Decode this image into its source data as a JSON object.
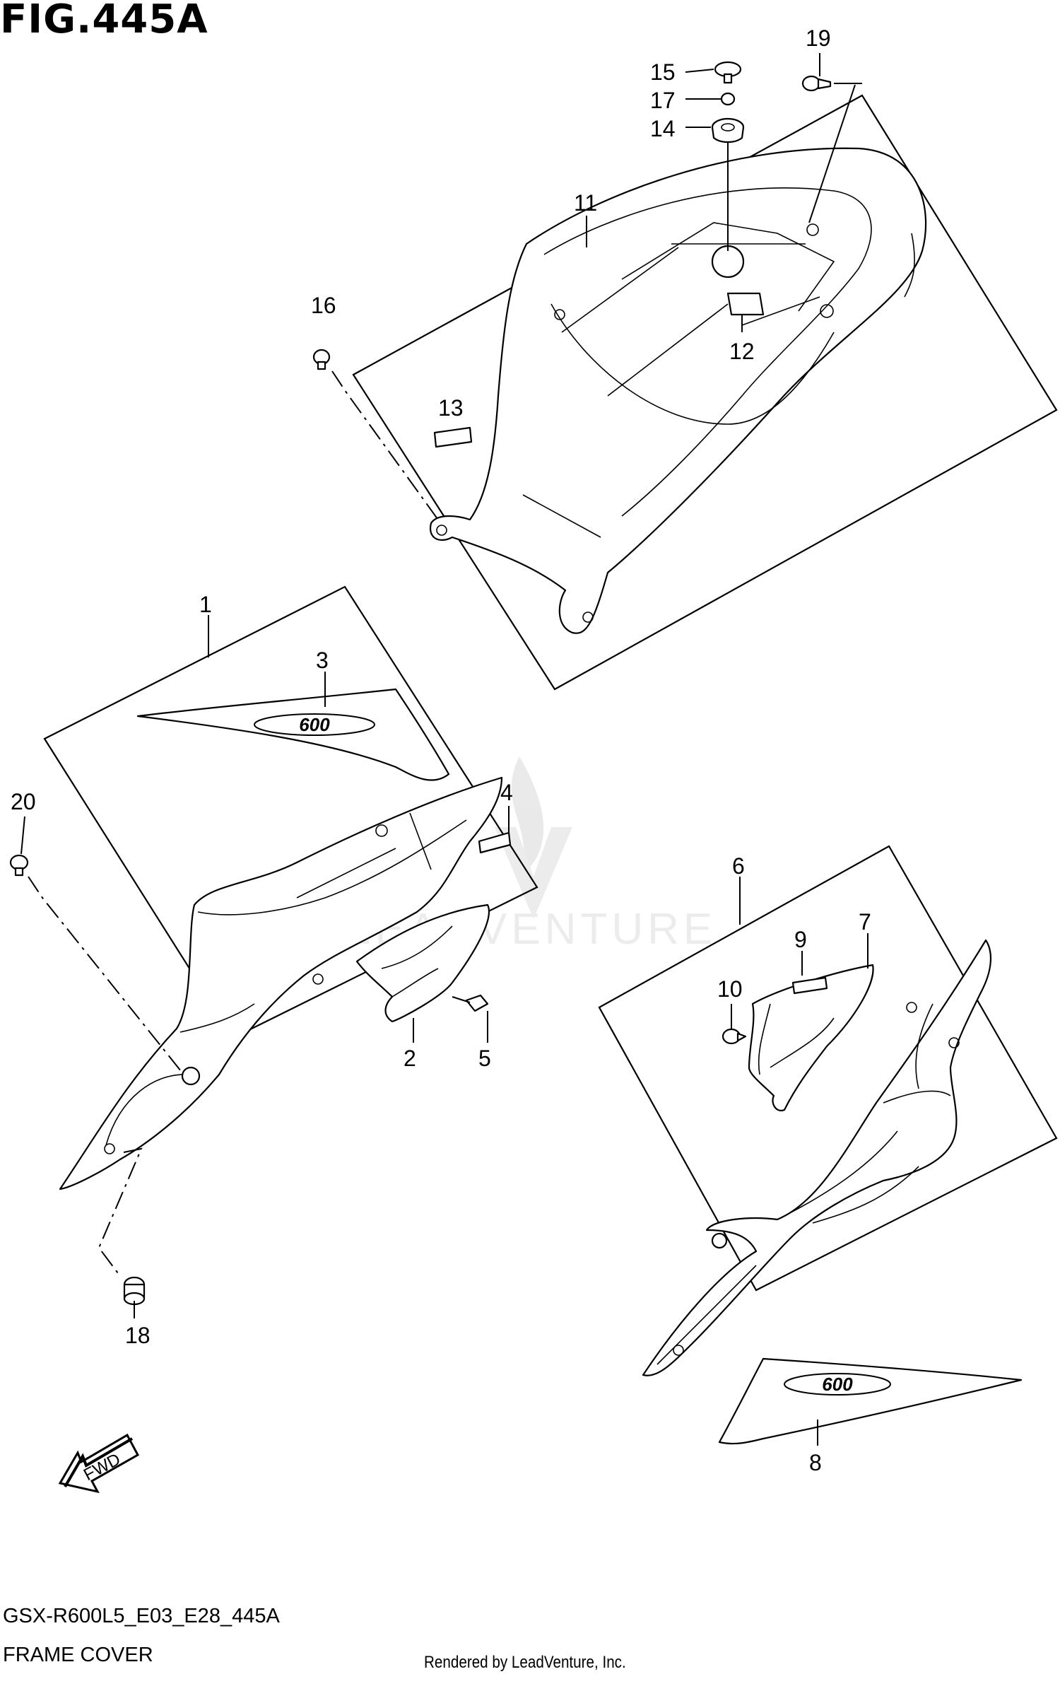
{
  "page": {
    "title": "FIG.445A",
    "diagram_code": "GSX-R600L5_E03_E28_445A",
    "diagram_name": "FRAME COVER",
    "rendered_by": "Rendered by LeadVenture, Inc.",
    "watermark_text": "LEADVENTURE"
  },
  "callouts": [
    {
      "id": "1",
      "label": "1"
    },
    {
      "id": "2",
      "label": "2"
    },
    {
      "id": "3",
      "label": "3"
    },
    {
      "id": "4",
      "label": "4"
    },
    {
      "id": "5",
      "label": "5"
    },
    {
      "id": "6",
      "label": "6"
    },
    {
      "id": "7",
      "label": "7"
    },
    {
      "id": "8",
      "label": "8"
    },
    {
      "id": "9",
      "label": "9"
    },
    {
      "id": "10",
      "label": "10"
    },
    {
      "id": "11",
      "label": "11"
    },
    {
      "id": "12",
      "label": "12"
    },
    {
      "id": "13",
      "label": "13"
    },
    {
      "id": "14",
      "label": "14"
    },
    {
      "id": "15",
      "label": "15"
    },
    {
      "id": "16",
      "label": "16"
    },
    {
      "id": "17",
      "label": "17"
    },
    {
      "id": "18",
      "label": "18"
    },
    {
      "id": "19",
      "label": "19"
    },
    {
      "id": "20",
      "label": "20"
    }
  ],
  "emblem_text": "600",
  "direction_arrow_label": "FWD"
}
